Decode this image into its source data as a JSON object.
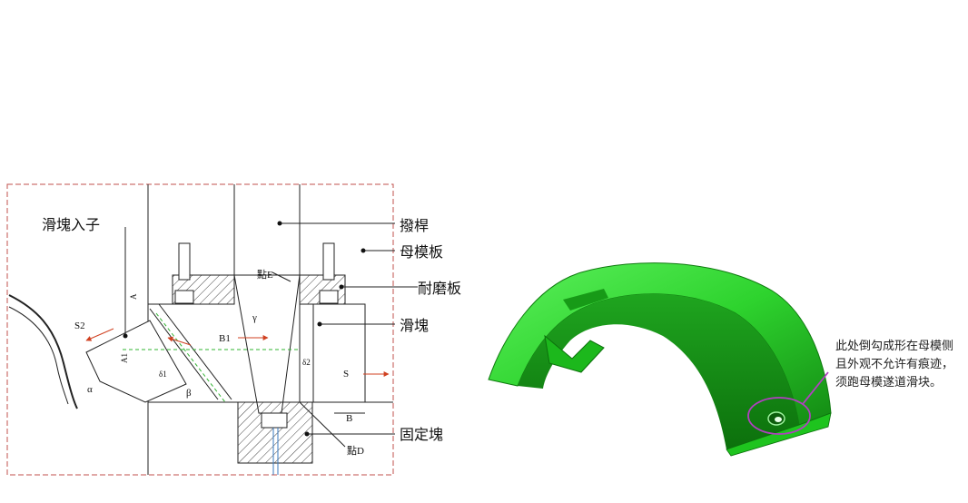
{
  "left_diagram": {
    "labels": {
      "slider_insert": "滑塊入子",
      "lever": "撥桿",
      "cavity_plate": "母模板",
      "wear_plate": "耐磨板",
      "slider": "滑塊",
      "fixed_block": "固定塊",
      "point_e": "點E",
      "point_d": "點D",
      "s2": "S2",
      "a": "A",
      "a1": "A1",
      "b1": "B1",
      "b": "B",
      "s": "S",
      "alpha": "α",
      "beta": "β",
      "gamma": "γ",
      "delta1": "δ1",
      "delta2": "δ2"
    },
    "colors": {
      "border": "#c0504d",
      "line": "#222222",
      "green": "#32b432",
      "arrow": "#d04020"
    }
  },
  "right_figure": {
    "part_color": "#2ed32e",
    "callout_color": "#b040c0",
    "note_lines": [
      "此处倒勾成形在母模侧",
      "且外观不允许有痕迹，",
      "须跑母模遂道滑块。"
    ]
  }
}
